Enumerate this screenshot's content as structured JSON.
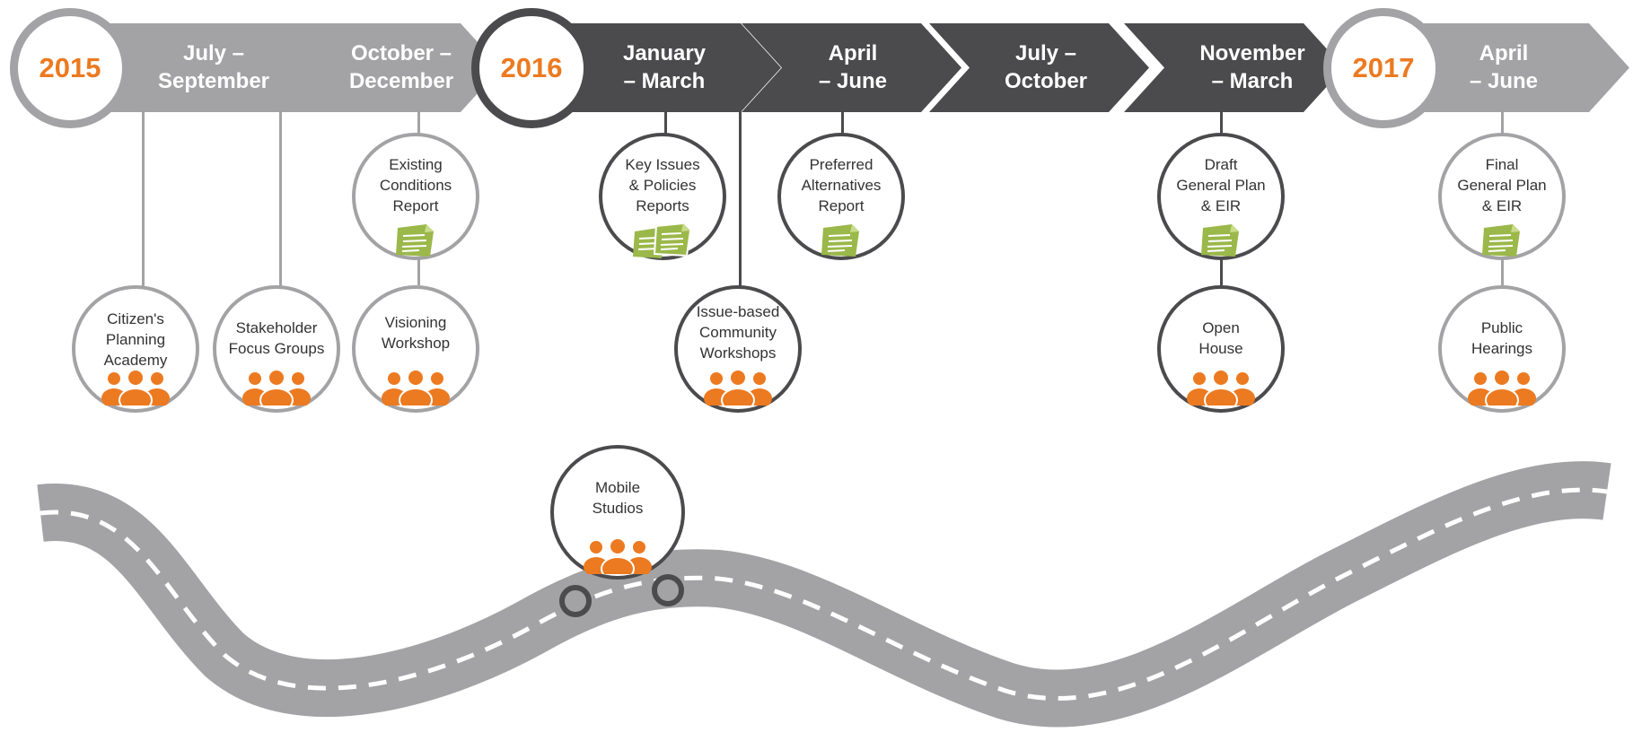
{
  "timeline": {
    "years": [
      {
        "id": "y2015",
        "label": "2015"
      },
      {
        "id": "y2016",
        "label": "2016"
      },
      {
        "id": "y2017",
        "label": "2017"
      }
    ],
    "periods": [
      {
        "id": "p1",
        "label": "July –\nSeptember"
      },
      {
        "id": "p2",
        "label": "October –\nDecember"
      },
      {
        "id": "p3",
        "label": "January\n– March"
      },
      {
        "id": "p4",
        "label": "April\n– June"
      },
      {
        "id": "p5",
        "label": "July –\nOctober"
      },
      {
        "id": "p6",
        "label": "November\n– March"
      },
      {
        "id": "p7",
        "label": "April\n– June"
      }
    ]
  },
  "milestones": {
    "citizens_academy": {
      "label": "Citizen's\nPlanning\nAcademy",
      "icon": "people-icon"
    },
    "focus_groups": {
      "label": "Stakeholder\nFocus Groups",
      "icon": "people-icon"
    },
    "existing_conditions": {
      "label": "Existing\nConditions\nReport",
      "icon": "document-icon"
    },
    "visioning": {
      "label": "Visioning\nWorkshop",
      "icon": "people-icon"
    },
    "key_issues": {
      "label": "Key Issues\n& Policies\nReports",
      "icon": "documents-icon"
    },
    "issue_workshops": {
      "label": "Issue-based\nCommunity\nWorkshops",
      "icon": "people-icon"
    },
    "preferred_alternatives": {
      "label": "Preferred\nAlternatives\nReport",
      "icon": "document-icon"
    },
    "draft_plan": {
      "label": "Draft\nGeneral Plan\n& EIR",
      "icon": "document-icon"
    },
    "open_house": {
      "label": "Open\nHouse",
      "icon": "people-icon"
    },
    "final_plan": {
      "label": "Final\nGeneral Plan\n& EIR",
      "icon": "document-icon"
    },
    "public_hearings": {
      "label": "Public\nHearings",
      "icon": "people-icon"
    },
    "mobile_studios": {
      "label": "Mobile\nStudios",
      "icon": "people-icon"
    }
  },
  "colors": {
    "light_gray": "#a3a3a5",
    "dark_gray": "#4b4b4d",
    "orange": "#ec7a21",
    "green": "#9bb84a",
    "road": "#a3a3a5"
  }
}
